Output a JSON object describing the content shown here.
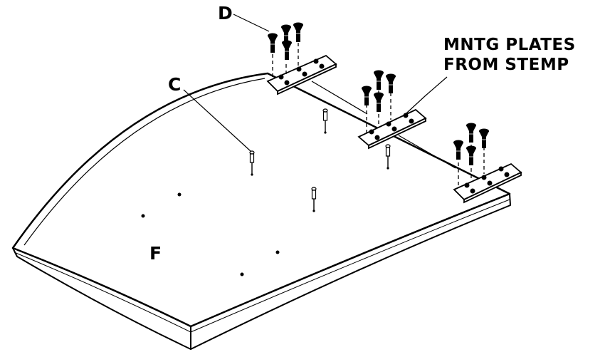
{
  "labels": {
    "screws": "D",
    "pins": "C",
    "panel": "F",
    "plates_line1": "MNTG PLATES",
    "plates_line2": "FROM STEMP"
  },
  "colors": {
    "line": "#000000",
    "background": "#ffffff",
    "fill": "#ffffff"
  }
}
